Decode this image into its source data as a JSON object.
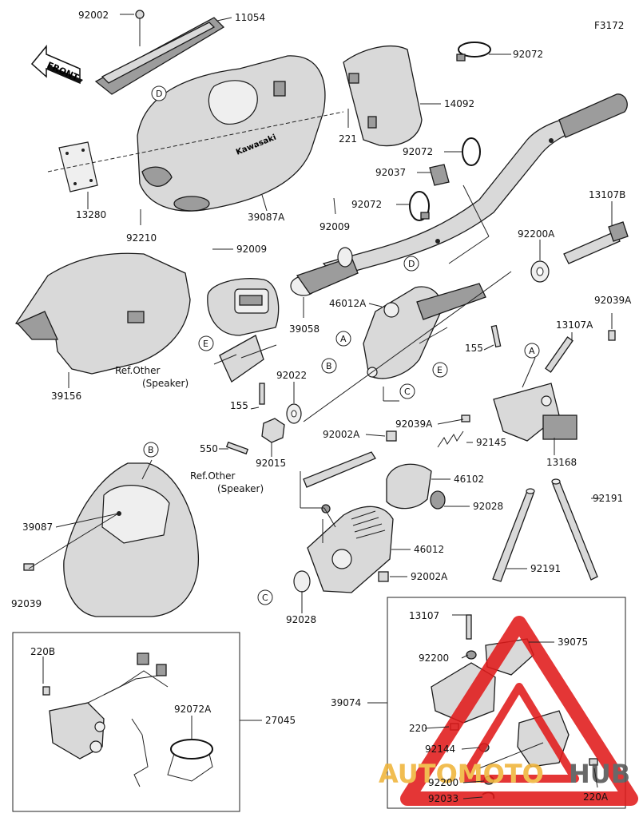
{
  "diagram_id": "F3172",
  "front_label": "FRONT",
  "brand_text": "Kawasaki",
  "part_labels": {
    "p92002": "92002",
    "p11054": "11054",
    "p92072_top": "92072",
    "p14092": "14092",
    "p221": "221",
    "p92072_mid": "92072",
    "p92037": "92037",
    "p13280": "13280",
    "p92072_low": "92072",
    "p13107B": "13107B",
    "p92210": "92210",
    "p39087A": "39087A",
    "p92009_a": "92009",
    "p92009_b": "92009",
    "p92200A": "92200A",
    "p46012A": "46012A",
    "p39058": "39058",
    "p92039A": "92039A",
    "p13107A": "13107A",
    "p155_a": "155",
    "p39156": "39156",
    "p92022": "92022",
    "p155_b": "155",
    "p92039A_b": "92039A",
    "p92002A_a": "92002A",
    "p92145": "92145",
    "p13168": "13168",
    "p550": "550",
    "p92015": "92015",
    "p46102": "46102",
    "p92028_a": "92028",
    "p92191_a": "92191",
    "p39087": "39087",
    "p46012": "46012",
    "p92191_b": "92191",
    "p92002A_b": "92002A",
    "p92039": "92039",
    "p92028_b": "92028",
    "p13107": "13107",
    "p39075": "39075",
    "p220B": "220B",
    "p92200": "92200",
    "p39074": "39074",
    "p27045": "27045",
    "p92072A": "92072A",
    "p220": "220",
    "p92144": "92144",
    "p92200_b": "92200",
    "p220A": "220A",
    "p92033": "92033"
  },
  "ref_speaker_1": [
    "Ref.Other",
    "(Speaker)"
  ],
  "ref_speaker_2": [
    "Ref.Other",
    "(Speaker)"
  ],
  "callouts": {
    "D1": "D",
    "D2": "D",
    "A1": "A",
    "A2": "A",
    "B1": "B",
    "B2": "B",
    "C1": "C",
    "C2": "C",
    "E1": "E",
    "E2": "E"
  },
  "watermark": {
    "text_a": "AUTOMOTO",
    "text_b": "HUB",
    "color_a": "#f0b43a",
    "color_b": "#555555",
    "triangle_color": "#e11b1b"
  }
}
